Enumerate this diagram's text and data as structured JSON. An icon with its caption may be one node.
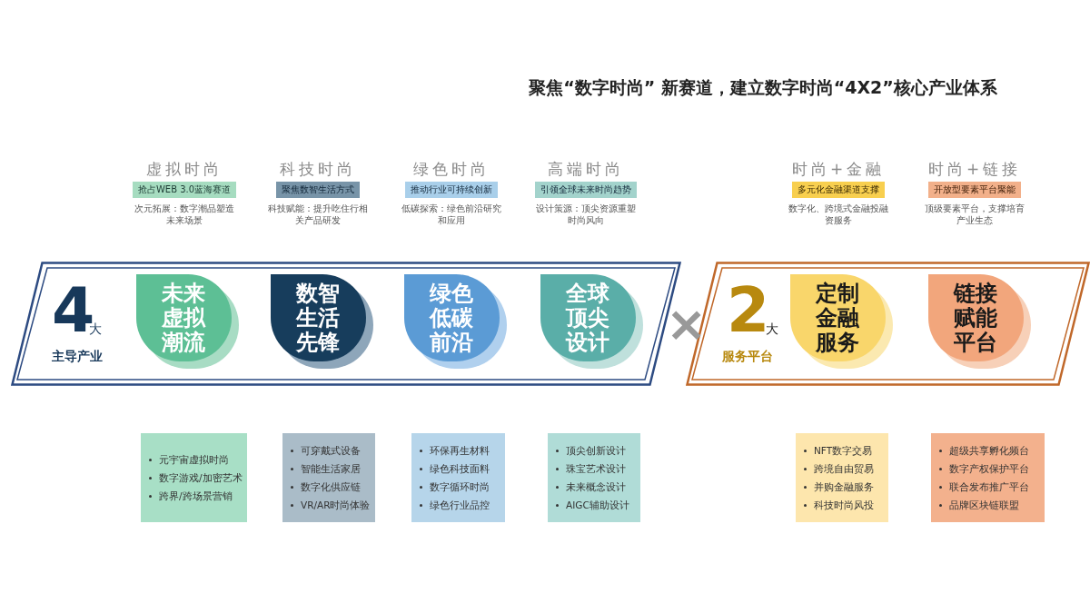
{
  "diagram": {
    "title": "聚焦“数字时尚” 新赛道，建立数字时尚“4X2”核心产业体系",
    "nodes": [
      {
        "text": [
          "虚拟时尚",
          "抢占WEB 3.0蓝海赛道"
        ],
        "beside": [
          "次元拓展：数字潮品塑造未来场景"
        ]
      },
      {
        "text": [
          "科技时尚",
          "聚焦数智生活方式"
        ],
        "beside": [
          "科技赋能：提升吃住行相关产品研发"
        ]
      },
      {
        "text": [
          "绿色时尚",
          "推动行业可持续创新"
        ],
        "beside": [
          "低碳探索：绿色前沿研究和应用"
        ]
      },
      {
        "text": [
          "高端时尚",
          "引领全球未来时尚趋势"
        ],
        "beside": [
          "设计策源：顶尖资源重塑时尚风向"
        ]
      },
      {
        "text": [
          "时尚+金融",
          "多元化金融渠道支撑"
        ],
        "beside": [
          "数字化、跨境式金融投融资服务"
        ]
      },
      {
        "text": [
          "时尚+链接",
          "开放型要素平台聚能"
        ],
        "beside": [
          "顶级要素平台，支撑培育产业生态"
        ]
      },
      {
        "text": [
          "4",
          "大",
          "主导产业"
        ]
      },
      {
        "text": [
          "未来虚拟潮流"
        ],
        "in": 6
      },
      {
        "text": [
          "数智生活先锋"
        ],
        "in": 6
      },
      {
        "text": [
          "绿色低碳前沿"
        ],
        "in": 6
      },
      {
        "text": [
          "全球顶尖设计"
        ],
        "in": 6
      },
      {
        "text": [
          "2",
          "大",
          "服务平台"
        ]
      },
      {
        "text": [
          "定制金融服务"
        ],
        "in": 11
      },
      {
        "text": [
          "链接赋能平台"
        ],
        "in": 11
      },
      {
        "text": [
          "元宇宙虚拟时尚",
          "数字游戏/加密艺术",
          "跨界/跨场景营销"
        ]
      },
      {
        "text": [
          "可穿戴式设备",
          "智能生活家居",
          "数字化供应链",
          "VR/AR时尚体验"
        ]
      },
      {
        "text": [
          "环保再生材料",
          "绿色科技面料",
          "数字循环时尚",
          "绿色行业品控"
        ]
      },
      {
        "text": [
          "顶尖创新设计",
          "珠宝艺术设计",
          "未来概念设计",
          "AIGC辅助设计"
        ]
      },
      {
        "text": [
          "NFT数字交易",
          "跨境自由贸易",
          "并购金融服务",
          "科技时尚风投"
        ]
      },
      {
        "text": [
          "超级共享孵化频台",
          "数字产权保护平台",
          "联合发布推广平台",
          "品牌区块链联盟"
        ]
      }
    ],
    "labels": [
      "×"
    ]
  }
}
